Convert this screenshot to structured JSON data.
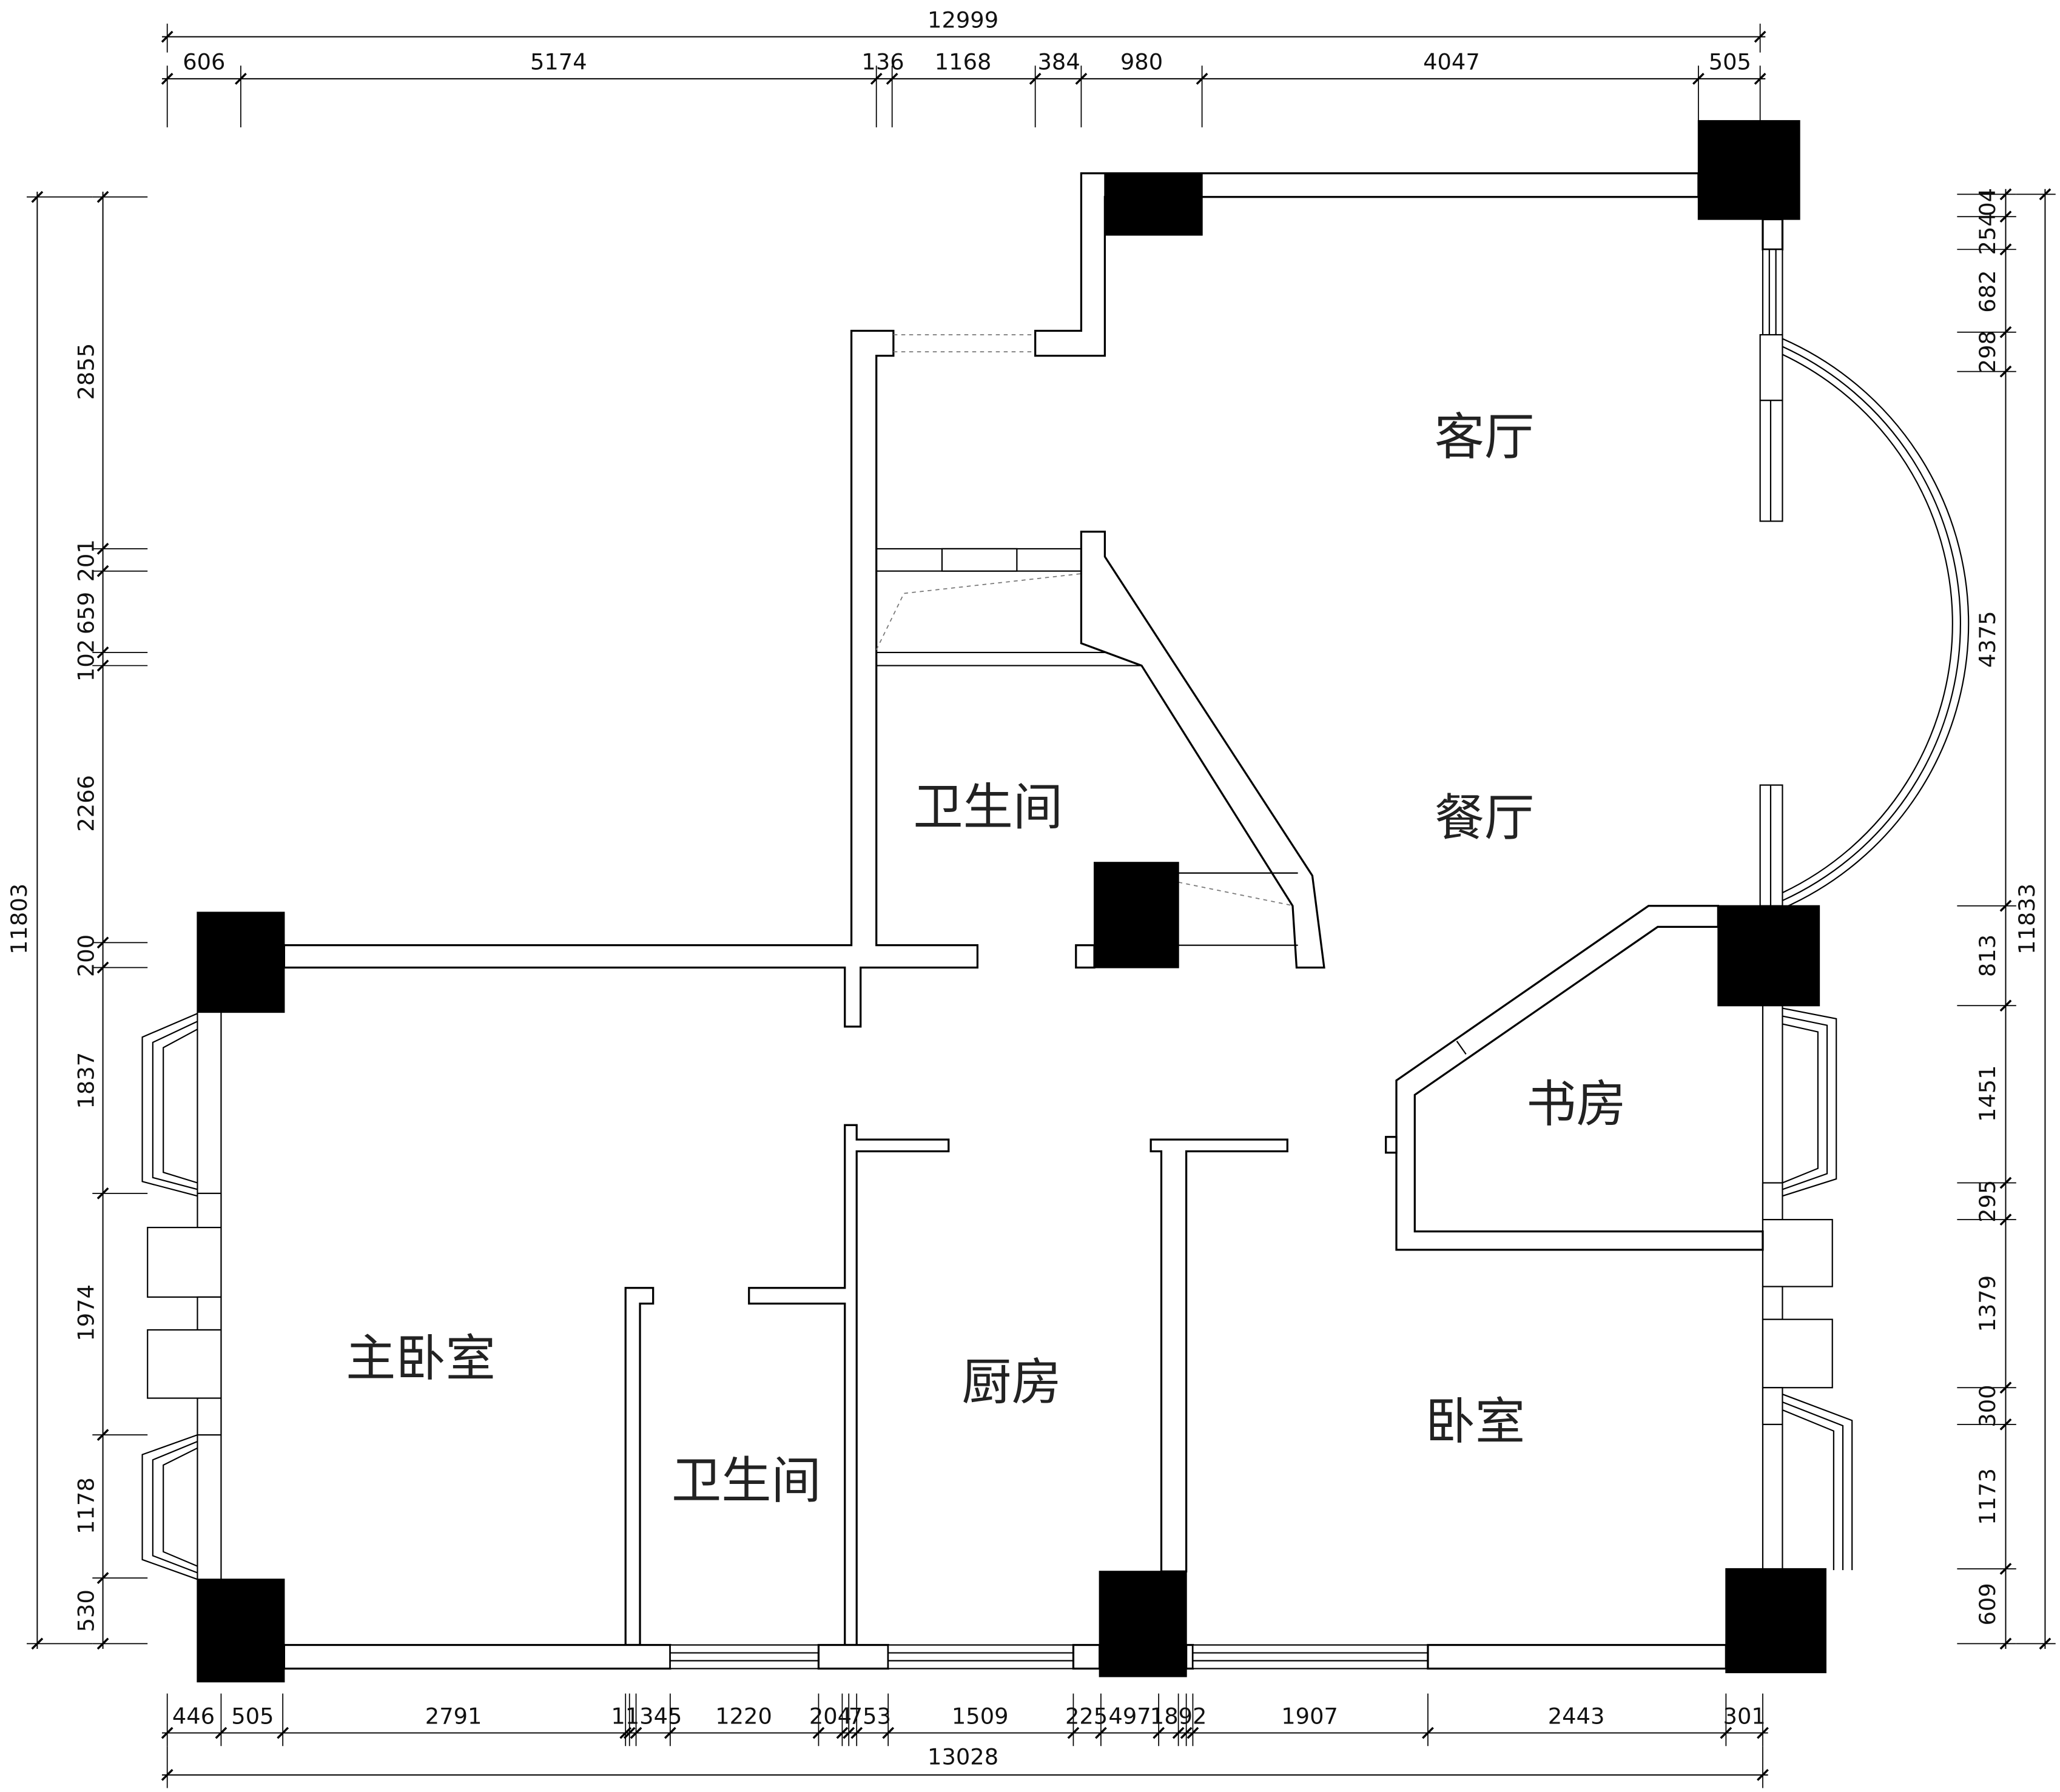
{
  "rooms": {
    "living_room": "客厅",
    "dining_room": "餐厅",
    "bathroom_upper": "卫生间",
    "study": "书房",
    "master_bedroom": "主卧室",
    "kitchen": "厨房",
    "bathroom_lower": "卫生间",
    "bedroom": "卧室"
  },
  "dimensions": {
    "top": {
      "overall": "12999",
      "segments": [
        "606",
        "5174",
        "136",
        "1168",
        "384",
        "980",
        "4047",
        "505"
      ]
    },
    "bottom": {
      "overall": "13028",
      "segments": [
        "446",
        "505",
        "2791",
        "11345",
        "1220",
        "204",
        "753",
        "1509",
        "225",
        "497",
        "1892",
        "1907",
        "2443",
        "301"
      ]
    },
    "left": {
      "overall": "11803",
      "segments": [
        "2855",
        "201",
        "659",
        "102",
        "2266",
        "200",
        "1837",
        "1974",
        "1178",
        "530"
      ]
    },
    "right": {
      "overall": "11833",
      "segments": [
        "04",
        "254",
        "682",
        "298",
        "4375",
        "813",
        "1451",
        "295",
        "1379",
        "300",
        "1173",
        "609"
      ]
    }
  },
  "colors": {
    "line": "#000000",
    "column": "#000000",
    "background": "#ffffff"
  }
}
